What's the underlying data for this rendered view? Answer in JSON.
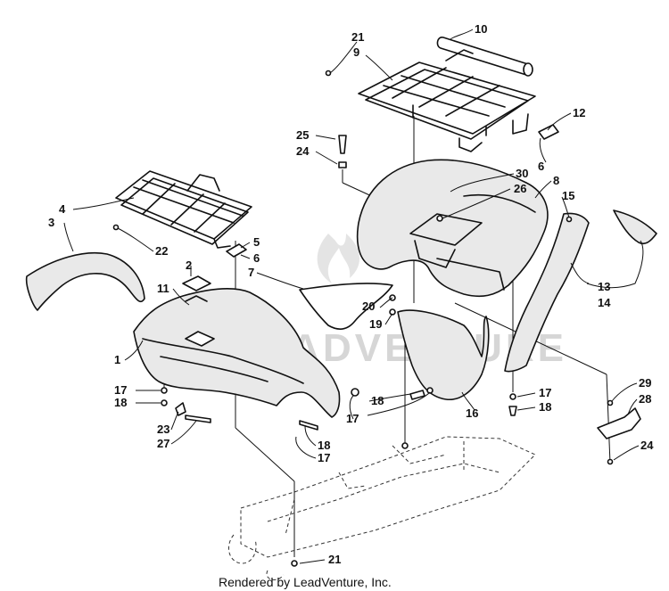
{
  "callouts": [
    {
      "id": "c21a",
      "label": "21"
    },
    {
      "id": "c9",
      "label": "9"
    },
    {
      "id": "c10",
      "label": "10"
    },
    {
      "id": "c12",
      "label": "12"
    },
    {
      "id": "c6a",
      "label": "6"
    },
    {
      "id": "c25",
      "label": "25"
    },
    {
      "id": "c24a",
      "label": "24"
    },
    {
      "id": "c30",
      "label": "30"
    },
    {
      "id": "c26",
      "label": "26"
    },
    {
      "id": "c8",
      "label": "8"
    },
    {
      "id": "c15",
      "label": "15"
    },
    {
      "id": "c4",
      "label": "4"
    },
    {
      "id": "c3",
      "label": "3"
    },
    {
      "id": "c22",
      "label": "22"
    },
    {
      "id": "c5",
      "label": "5"
    },
    {
      "id": "c6b",
      "label": "6"
    },
    {
      "id": "c2",
      "label": "2"
    },
    {
      "id": "c7",
      "label": "7"
    },
    {
      "id": "c11",
      "label": "11"
    },
    {
      "id": "c13",
      "label": "13"
    },
    {
      "id": "c14",
      "label": "14"
    },
    {
      "id": "c20",
      "label": "20"
    },
    {
      "id": "c19",
      "label": "19"
    },
    {
      "id": "c1",
      "label": "1"
    },
    {
      "id": "c17a",
      "label": "17"
    },
    {
      "id": "c18a",
      "label": "18"
    },
    {
      "id": "c18b",
      "label": "18"
    },
    {
      "id": "c17b",
      "label": "17"
    },
    {
      "id": "c17c",
      "label": "17"
    },
    {
      "id": "c18c",
      "label": "18"
    },
    {
      "id": "c16",
      "label": "16"
    },
    {
      "id": "c29",
      "label": "29"
    },
    {
      "id": "c28",
      "label": "28"
    },
    {
      "id": "c23",
      "label": "23"
    },
    {
      "id": "c27",
      "label": "27"
    },
    {
      "id": "c18d",
      "label": "18"
    },
    {
      "id": "c17d",
      "label": "17"
    },
    {
      "id": "c24b",
      "label": "24"
    },
    {
      "id": "c21b",
      "label": "21"
    }
  ],
  "watermark": "LEADVENTURE",
  "footer": "Rendered by LeadVenture, Inc."
}
